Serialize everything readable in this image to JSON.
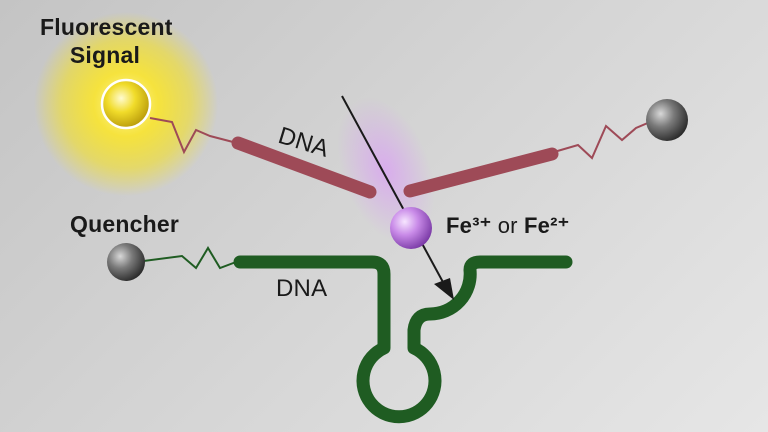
{
  "labels": {
    "fluorescent_line1": "Fluorescent",
    "fluorescent_line2": "Signal",
    "dna_top": "DNA",
    "dna_bottom": "DNA",
    "quencher": "Quencher",
    "ion_a": "Fe³⁺",
    "ion_connector": " or ",
    "ion_b": "Fe²⁺"
  },
  "colors": {
    "background_light": "#e6e6e6",
    "background_dark": "#c4c4c4",
    "fluorophore_glow": "#f7e21b",
    "fluorophore_core": "#e8d21c",
    "dna_substrate": "#9e4a57",
    "dna_enzyme": "#1f5c22",
    "metal_ion": "#c98be8",
    "quencher_ball": "#5a5a5a",
    "cleavage_arrow": "#1a1a1a"
  },
  "icons": {
    "fluorophore": "glowing-sphere",
    "quencher": "grey-sphere",
    "metal_ion": "purple-sphere",
    "cleavage": "arrow"
  }
}
